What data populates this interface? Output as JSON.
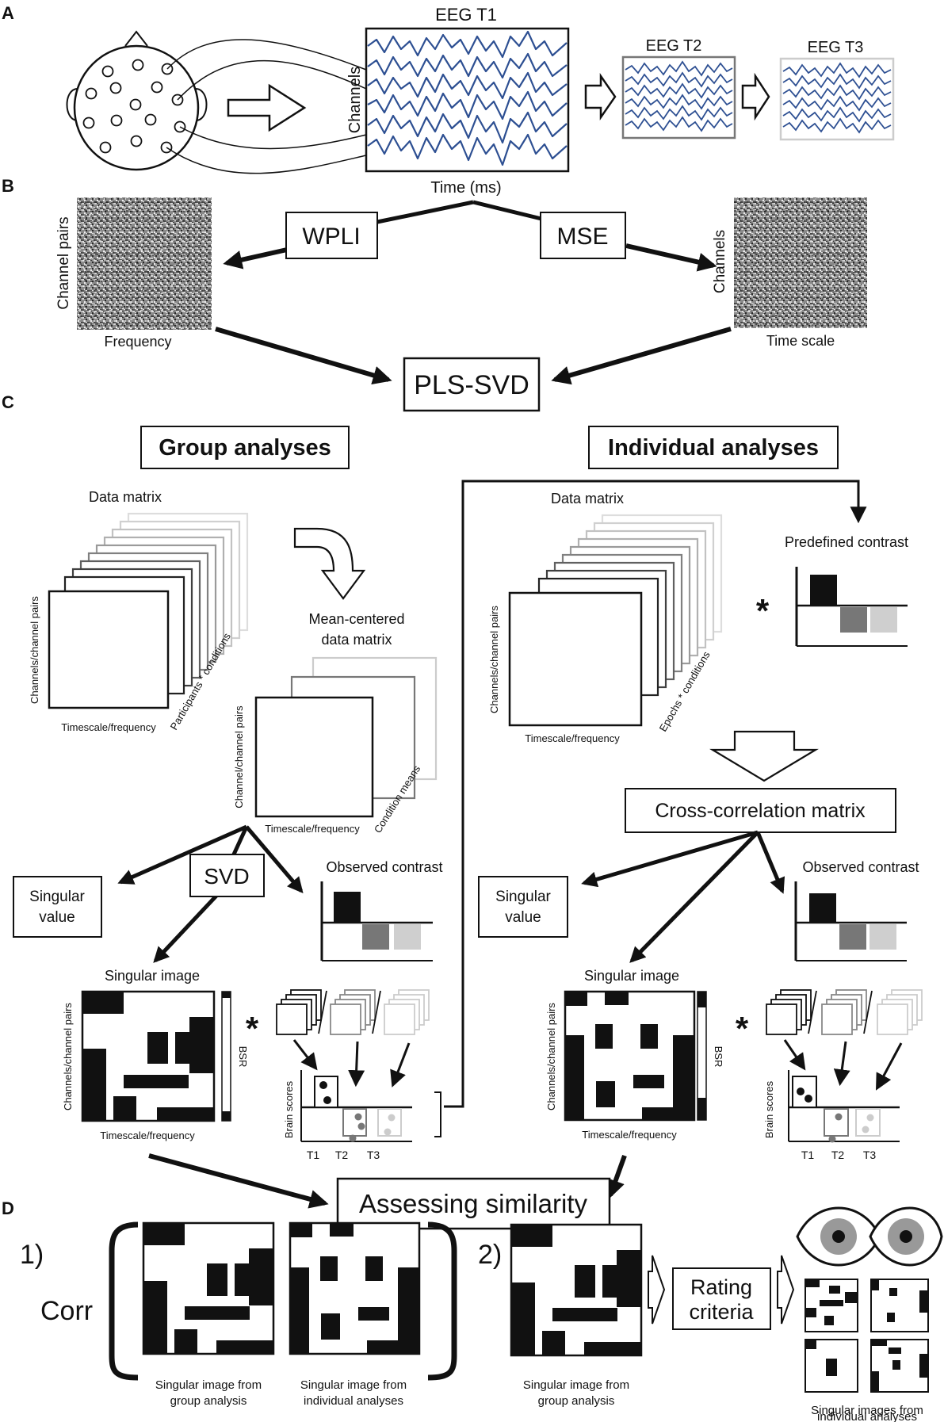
{
  "panels": {
    "a": "A",
    "b": "B",
    "c": "C",
    "d": "D"
  },
  "panel_a": {
    "eeg_t1": "EEG T1",
    "eeg_t2": "EEG T2",
    "eeg_t3": "EEG T3",
    "channels_label": "Channels",
    "time_label": "Time (ms)"
  },
  "panel_b": {
    "wpli": "WPLI",
    "mse": "MSE",
    "channel_pairs": "Channel pairs",
    "frequency": "Frequency",
    "channels": "Channels",
    "time_scale": "Time scale",
    "pls_svd": "PLS-SVD"
  },
  "panel_c": {
    "group_title": "Group analyses",
    "individual_title": "Individual analyses",
    "data_matrix_group": "Data matrix",
    "data_matrix_indiv": "Data matrix",
    "channels_channel_pairs": "Channels/channel pairs",
    "timescale_frequency": "Timescale/frequency",
    "participants_conditions": "Participants * conditions",
    "mean_centered_1": "Mean-centered",
    "mean_centered_2": "data matrix",
    "channel_channel_pairs": "Channel/channel pairs",
    "condition_means": "Condition means",
    "predefined_contrast": "Predefined contrast",
    "epochs_conditions": "Epochs * conditions",
    "cross_correlation": "Cross-correlation matrix",
    "svd": "SVD",
    "singular_value_1": "Singular",
    "singular_value_2": "value",
    "observed_contrast": "Observed contrast",
    "singular_image": "Singular image",
    "bsr": "BSR",
    "brain_scores": "Brain scores",
    "t1": "T1",
    "t2": "T2",
    "t3": "T3",
    "asterisk": "*",
    "assessing_similarity": "Assessing similarity"
  },
  "panel_d": {
    "num1": "1)",
    "num2": "2)",
    "corr": "Corr",
    "rating_1": "Rating",
    "rating_2": "criteria",
    "cap_group_1": "Singular image from",
    "cap_group_2": "group analysis",
    "cap_indiv_1": "Singular image from",
    "cap_indiv_2": "individual analyses",
    "cap_group2_1": "Singular image from",
    "cap_group2_2": "group analysis",
    "cap_images_1": "Singular images from",
    "cap_images_2": "individual analyses"
  },
  "colors": {
    "eeg_wave": "#2d4f92",
    "dark": "#111111",
    "mid_gray": "#777777",
    "light_gray": "#cfcfcf"
  }
}
